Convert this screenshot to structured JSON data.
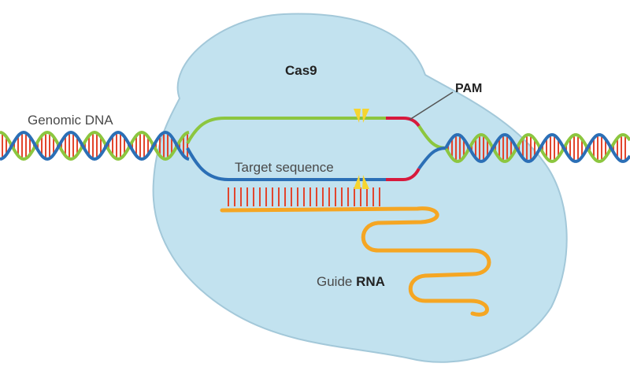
{
  "labels": {
    "cas9": "Cas9",
    "pam": "PAM",
    "genomic_dna": "Genomic DNA",
    "target_sequence": "Target sequence",
    "guide_prefix": "Guide ",
    "guide_bold": "RNA"
  },
  "colors": {
    "cas9_fill": "#bfe1ef",
    "cas9_stroke": "#9fc6d8",
    "strand_green": "#8cc63f",
    "strand_blue": "#2b6fb6",
    "base_pair_red": "#e2452d",
    "pam_red": "#d7193c",
    "guide_rna_orange": "#f5a623",
    "cut_site_yellow": "#f6d530"
  },
  "icons": {
    "cut_sites": "scissors-cut-marker"
  }
}
